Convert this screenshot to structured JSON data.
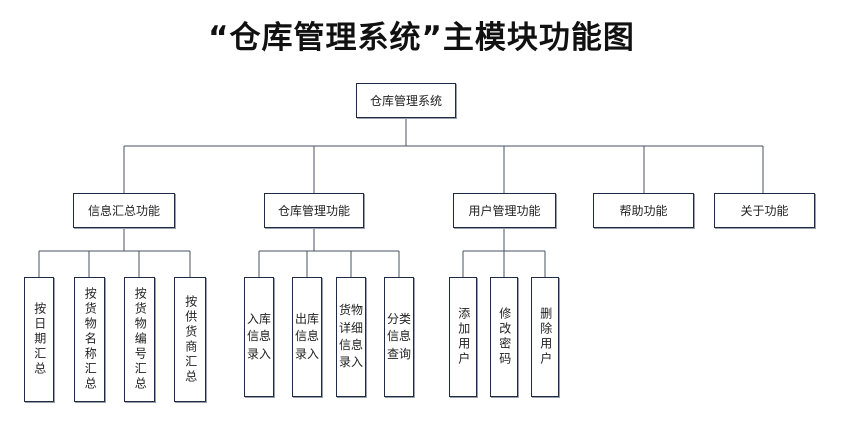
{
  "title": "“仓库管理系统”主模块功能图",
  "root": {
    "label": "仓库管理系统"
  },
  "modules": [
    {
      "label": "信息汇总功能",
      "children": [
        "按日期汇总",
        "按货物名称汇总",
        "按货物编号汇总",
        "按供货商汇总"
      ]
    },
    {
      "label": "仓库管理功能",
      "children": [
        "入库\n信息\n录入",
        "出库\n信息\n录入",
        "货物\n详细\n信息\n录入",
        "分类\n信息\n查询"
      ]
    },
    {
      "label": "用户管理功能",
      "children": [
        "添加用户",
        "修改密码",
        "删除用户"
      ]
    },
    {
      "label": "帮助功能",
      "children": []
    },
    {
      "label": "关于功能",
      "children": []
    }
  ]
}
